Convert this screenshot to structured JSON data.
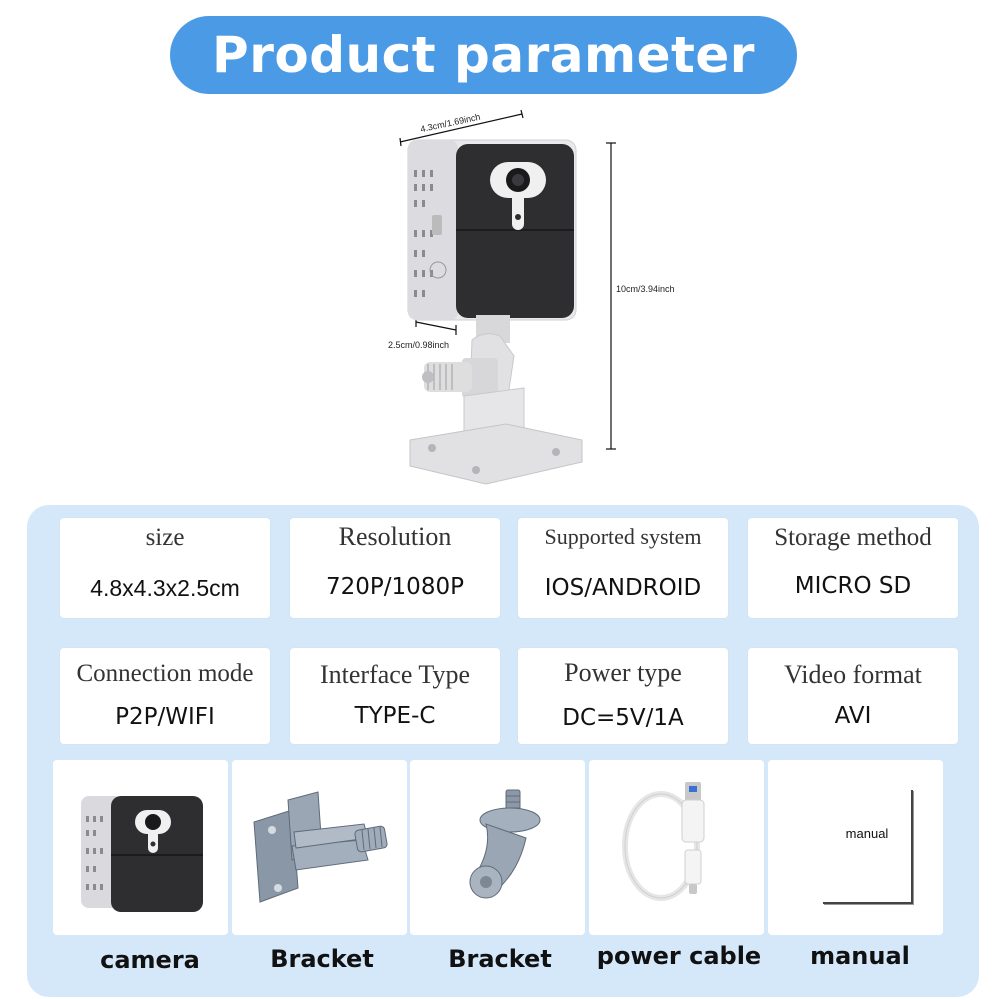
{
  "title": "Product parameter",
  "dimensions": {
    "width": "4.3cm/1.69inch",
    "height": "10cm/3.94inch",
    "depth": "2.5cm/0.98inch"
  },
  "specs": [
    {
      "label": "size",
      "value": "4.8x4.3x2.5cm"
    },
    {
      "label": "Resolution",
      "value": "720P/1080P"
    },
    {
      "label": "Supported system",
      "value": "IOS/ANDROID"
    },
    {
      "label": "Storage method",
      "value": "MICRO SD"
    },
    {
      "label": "Connection mode",
      "value": "P2P/WIFI"
    },
    {
      "label": "Interface Type",
      "value": "TYPE-C"
    },
    {
      "label": "Power type",
      "value": "DC=5V/1A"
    },
    {
      "label": "Video format",
      "value": "AVI"
    }
  ],
  "accessories": [
    {
      "label": "camera",
      "icon": "camera-icon"
    },
    {
      "label": "Bracket",
      "icon": "wall-bracket-icon"
    },
    {
      "label": "Bracket",
      "icon": "mount-bracket-icon"
    },
    {
      "label": "power cable",
      "icon": "usb-cable-icon"
    },
    {
      "label": "manual",
      "icon": "manual-icon",
      "cover_text": "manual"
    }
  ],
  "colors": {
    "accent": "#4a9ae6",
    "panel": "#d4e8fa",
    "camera_face": "#2e2e30",
    "camera_body": "#e9e9ec"
  }
}
